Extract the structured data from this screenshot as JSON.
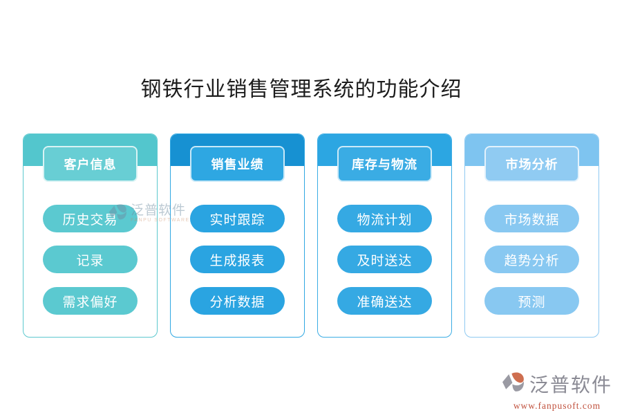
{
  "title": "钢铁行业销售管理系统的功能介绍",
  "columns": [
    {
      "header": "客户信息",
      "items": [
        "历史交易",
        "记录",
        "需求偏好"
      ],
      "band_color": "#53C6CD",
      "header_fill": "#68CED4",
      "pill_color": "#5BC9D0",
      "border_color": "#5BC8CE"
    },
    {
      "header": "销售业绩",
      "items": [
        "实时跟踪",
        "生成报表",
        "分析数据"
      ],
      "band_color": "#1791D2",
      "header_fill": "#2EA7E2",
      "pill_color": "#2AA4E1",
      "border_color": "#2EA7E2"
    },
    {
      "header": "库存与物流",
      "items": [
        "物流计划",
        "及时送达",
        "准确送达"
      ],
      "band_color": "#2CA6E2",
      "header_fill": "#3AACE4",
      "pill_color": "#35A9E3",
      "border_color": "#3AACE4"
    },
    {
      "header": "市场分析",
      "items": [
        "市场数据",
        "趋势分析",
        "预测"
      ],
      "band_color": "#7EC4F0",
      "header_fill": "#90CBF2",
      "pill_color": "#88C8F1",
      "border_color": "#8EC9F1"
    }
  ],
  "watermark": {
    "name": "泛普软件",
    "subtitle": "FANPU SOFTWARE"
  },
  "brand": {
    "name": "泛普软件",
    "url": "www.fanpusoft.com"
  },
  "colors": {
    "title_text": "#1C1C1C",
    "pill_text": "#FFFFFF",
    "brand_name": "#8A8A94",
    "brand_url": "#C0503C"
  }
}
